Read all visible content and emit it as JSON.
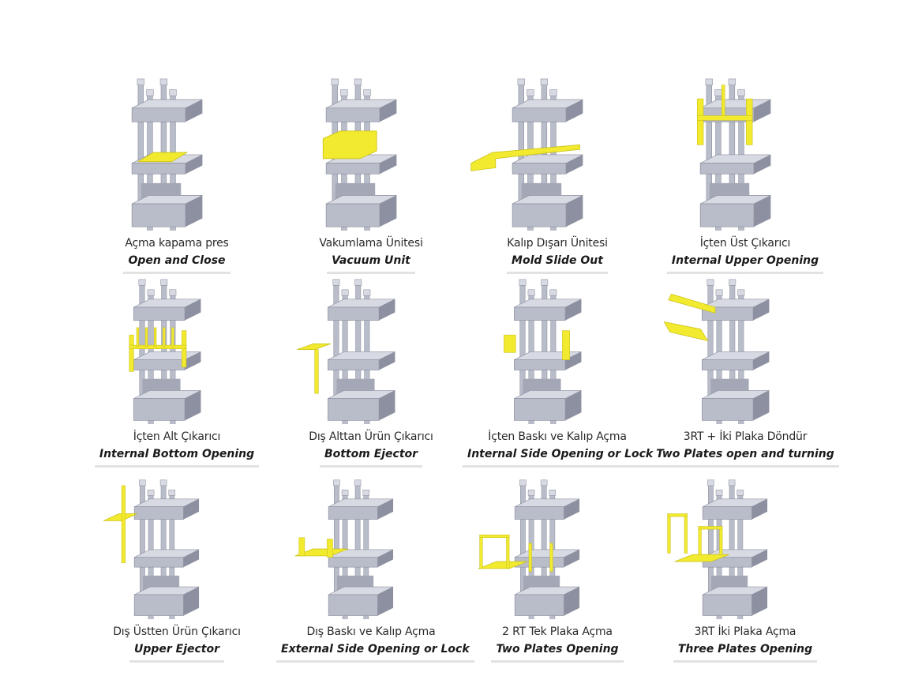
{
  "colors": {
    "steel": "#b9bcc9",
    "steel_dark": "#8d90a0",
    "steel_light": "#d8dae3",
    "accent": "#f2ea2e",
    "accent_dark": "#c9c018"
  },
  "presses": [
    {
      "tr": "Açma kapama pres",
      "en": "Open and Close",
      "accessory": "plate-holes"
    },
    {
      "tr": "Vakumlama Ünitesi",
      "en": "Vacuum Unit",
      "accessory": "vacuum-box"
    },
    {
      "tr": "Kalıp Dışarı Ünitesi",
      "en": "Mold Slide Out",
      "accessory": "slide-tray"
    },
    {
      "tr": "İçten Üst Çıkarıcı",
      "en": "Internal Upper Opening",
      "accessory": "upper-frame"
    },
    {
      "tr": "İçten Alt Çıkarıcı",
      "en": "Internal Bottom Opening",
      "accessory": "bottom-frame"
    },
    {
      "tr": "Dış Alttan Ürün Çıkarıcı",
      "en": "Bottom Ejector",
      "accessory": "side-arm-low"
    },
    {
      "tr": "İçten Baskı ve Kalıp Açma",
      "en": "Internal Side Opening or Lock",
      "accessory": "side-lock"
    },
    {
      "tr": "3RT + İki Plaka Döndür",
      "en": "Two Plates open and turning",
      "accessory": "turning-plate"
    },
    {
      "tr": "Dış Üstten Ürün Çıkarıcı",
      "en": "Upper Ejector",
      "accessory": "side-arm-high"
    },
    {
      "tr": "Dış Baskı ve Kalıp Açma",
      "en": "External Side Opening or Lock",
      "accessory": "external-lock"
    },
    {
      "tr": "2 RT Tek Plaka Açma",
      "en": "Two Plates Opening",
      "accessory": "two-frames"
    },
    {
      "tr": "3RT İki Plaka Açma",
      "en": "Three Plates Opening",
      "accessory": "three-frames"
    }
  ]
}
